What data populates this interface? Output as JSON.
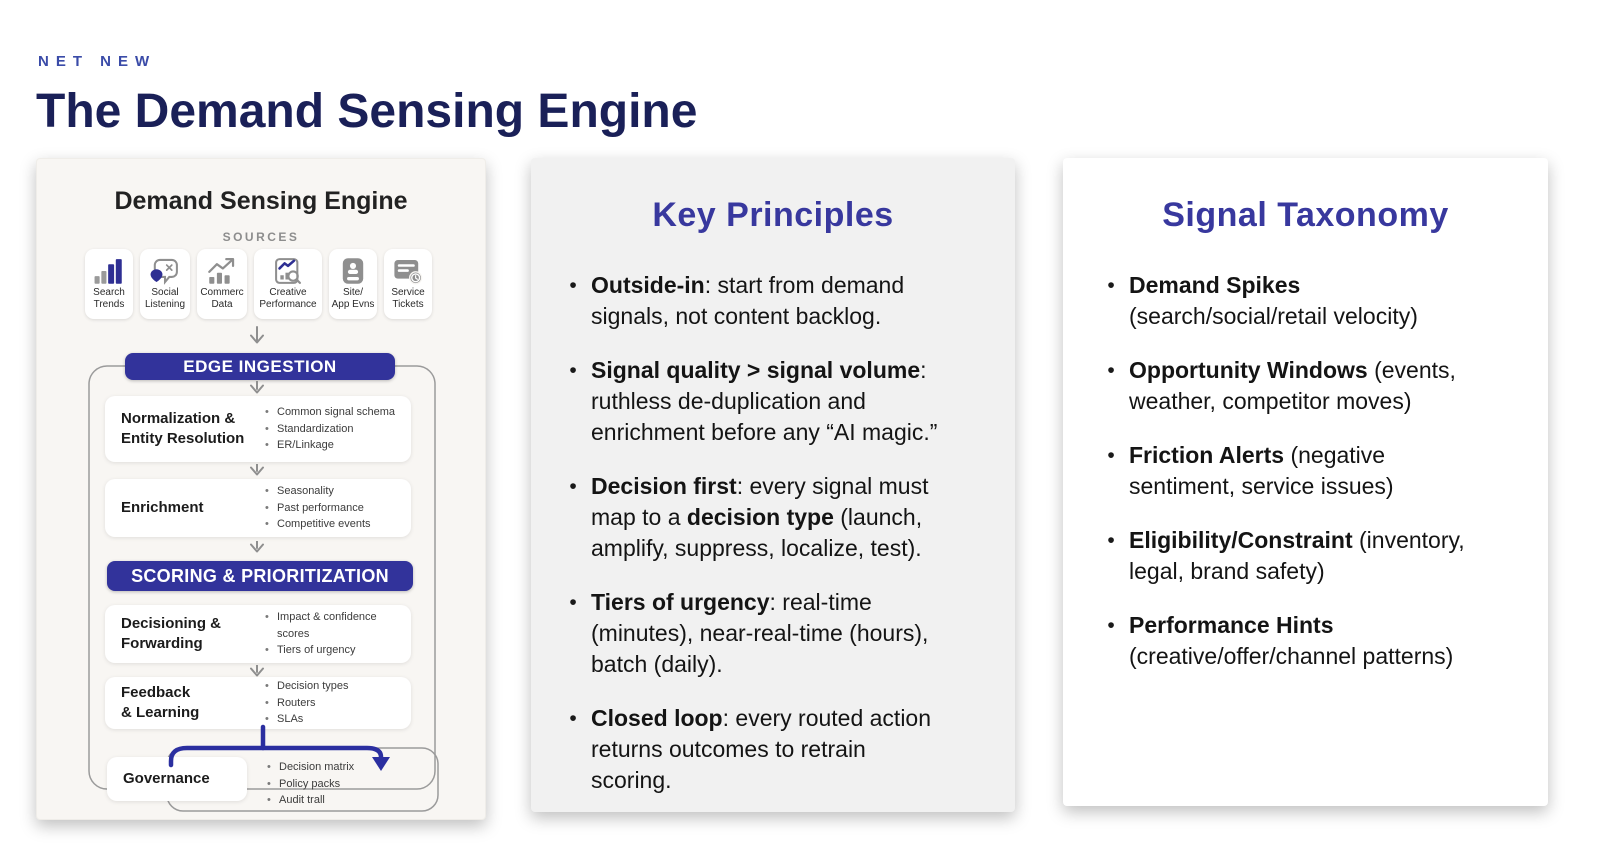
{
  "header": {
    "eyebrow": "NET NEW",
    "title": "The Demand Sensing Engine"
  },
  "colors": {
    "accent_indigo": "#32339b",
    "title_navy": "#1a2058",
    "eyebrow_blue": "#3a4ba8",
    "panel_title_indigo": "#38389e",
    "icon_gray": "#8f8f8f",
    "icon_navy": "#2e2f93"
  },
  "diagram": {
    "title": "Demand Sensing Engine",
    "sources_label": "SOURCES",
    "sources": [
      {
        "icon": "search-trends-icon",
        "label_lines": [
          "Search",
          "Trends"
        ]
      },
      {
        "icon": "social-listening-icon",
        "label_lines": [
          "Social",
          "Listening"
        ]
      },
      {
        "icon": "commerce-data-icon",
        "label_lines": [
          "Commerc",
          "Data"
        ]
      },
      {
        "icon": "creative-performance-icon",
        "label_lines": [
          "Creative",
          "Performance"
        ]
      },
      {
        "icon": "site-app-events-icon",
        "label_lines": [
          "Site/",
          "App Evns"
        ]
      },
      {
        "icon": "service-tickets-icon",
        "label_lines": [
          "Service",
          "Tickets"
        ]
      }
    ],
    "edge_banner": "EDGE INGESTION",
    "scoring_banner": "SCORING & PRIORITIZATION",
    "stages": [
      {
        "title_lines": [
          "Normalization &",
          "Entity Resolution"
        ],
        "bullets": [
          "Common signal schema",
          "Standardization",
          "ER/Linkage"
        ]
      },
      {
        "title_lines": [
          "Enrichment"
        ],
        "bullets": [
          "Seasonality",
          "Past performance",
          "Competitive events"
        ]
      },
      {
        "title_lines": [
          "Decisioning &",
          "Forwarding"
        ],
        "bullets": [
          "Impact & confidence scores",
          "Tiers of urgency"
        ]
      },
      {
        "title_lines": [
          "Feedback",
          "& Learning"
        ],
        "bullets": [
          "Decision types",
          "Routers",
          "SLAs"
        ]
      },
      {
        "title_lines": [
          "Governance"
        ],
        "bullets": [
          "Decision matrix",
          "Policy packs",
          "Audit trall"
        ]
      }
    ]
  },
  "key_principles": {
    "title": "Key Principles",
    "items": [
      {
        "lines": [
          [
            {
              "t": "Outside-in",
              "b": true
            },
            {
              "t": ": start from demand",
              "b": false
            }
          ],
          [
            {
              "t": "signals, not content backlog.",
              "b": false
            }
          ]
        ]
      },
      {
        "lines": [
          [
            {
              "t": "Signal quality > signal volume",
              "b": true
            },
            {
              "t": ":",
              "b": false
            }
          ],
          [
            {
              "t": "ruthless de-duplication and",
              "b": false
            }
          ],
          [
            {
              "t": "enrichment before any “AI magic.”",
              "b": false
            }
          ]
        ]
      },
      {
        "lines": [
          [
            {
              "t": "Decision first",
              "b": true
            },
            {
              "t": ": every signal must",
              "b": false
            }
          ],
          [
            {
              "t": "map to a ",
              "b": false
            },
            {
              "t": "decision type",
              "b": true
            },
            {
              "t": " (launch,",
              "b": false
            }
          ],
          [
            {
              "t": "amplify, suppress, localize, test).",
              "b": false
            }
          ]
        ]
      },
      {
        "lines": [
          [
            {
              "t": "Tiers of urgency",
              "b": true
            },
            {
              "t": ": real-time",
              "b": false
            }
          ],
          [
            {
              "t": "(minutes), near-real-time (hours),",
              "b": false
            }
          ],
          [
            {
              "t": "batch (daily).",
              "b": false
            }
          ]
        ]
      },
      {
        "lines": [
          [
            {
              "t": "Closed loop",
              "b": true
            },
            {
              "t": ": every routed action",
              "b": false
            }
          ],
          [
            {
              "t": "returns outcomes to retrain",
              "b": false
            }
          ],
          [
            {
              "t": "scoring.",
              "b": false
            }
          ]
        ]
      }
    ]
  },
  "signal_taxonomy": {
    "title": "Signal Taxonomy",
    "items": [
      {
        "lines": [
          [
            {
              "t": "Demand Spikes",
              "b": true
            }
          ],
          [
            {
              "t": "(search/social/retail velocity)",
              "b": false
            }
          ]
        ]
      },
      {
        "lines": [
          [
            {
              "t": "Opportunity Windows",
              "b": true
            },
            {
              "t": " (events,",
              "b": false
            }
          ],
          [
            {
              "t": "weather, competitor moves)",
              "b": false
            }
          ]
        ]
      },
      {
        "lines": [
          [
            {
              "t": "Friction Alerts",
              "b": true
            },
            {
              "t": " (negative",
              "b": false
            }
          ],
          [
            {
              "t": "sentiment, service issues)",
              "b": false
            }
          ]
        ]
      },
      {
        "lines": [
          [
            {
              "t": "Eligibility/Constraint",
              "b": true
            },
            {
              "t": " (inventory,",
              "b": false
            }
          ],
          [
            {
              "t": "legal, brand safety)",
              "b": false
            }
          ]
        ]
      },
      {
        "lines": [
          [
            {
              "t": "Performance Hints",
              "b": true
            }
          ],
          [
            {
              "t": "(creative/offer/channel patterns)",
              "b": false
            }
          ]
        ]
      }
    ]
  }
}
